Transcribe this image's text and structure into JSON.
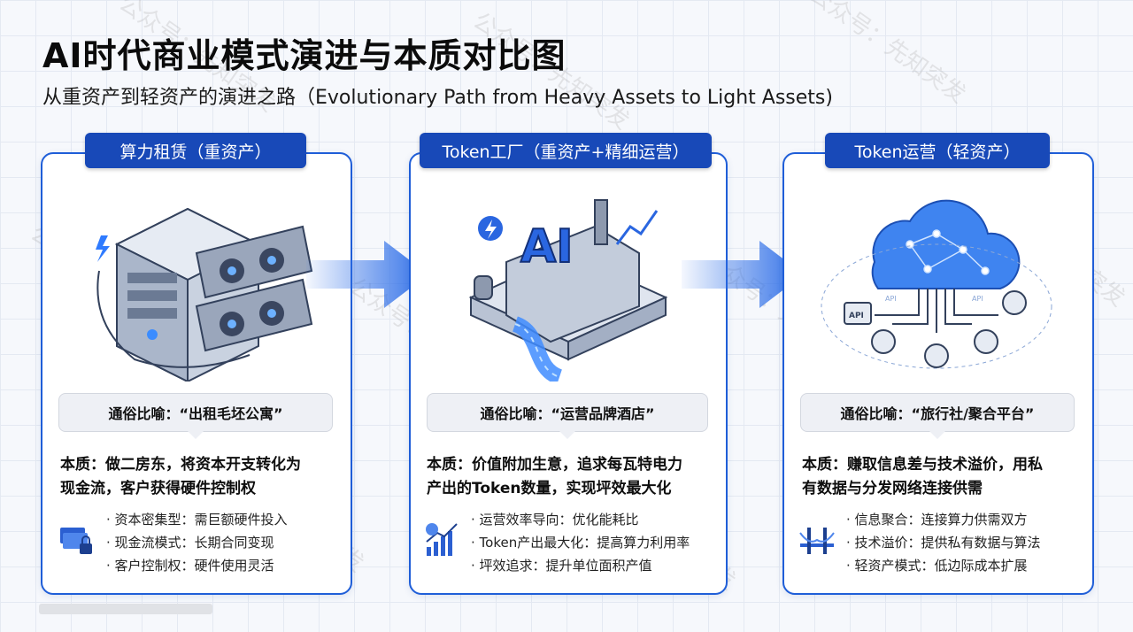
{
  "title": "AI时代商业模式演进与本质对比图",
  "subtitle": "从重资产到轻资产的演进之路（Evolutionary Path from Heavy Assets to Light Assets)",
  "watermark": "公众号：先知突发",
  "colors": {
    "accent": "#1f5ed8",
    "header": "#1849b8",
    "bg": "#f6f8fc"
  },
  "stages": [
    {
      "heading": "算力租赁（重资产）",
      "illustration": "gpu-server-rack",
      "analogy": "通俗比喻：“出租毛坯公寓”",
      "essence_line1": "本质：做二房东，将资本开支转化为",
      "essence_line2": "现金流，客户获得硬件控制权",
      "bullet_icon": "money-lock-icon",
      "bullets": [
        "资本密集型：需巨额硬件投入",
        "现金流模式：长期合同变现",
        "客户控制权：硬件使用灵活"
      ]
    },
    {
      "heading": "Token工厂（重资产+精细运营）",
      "illustration": "ai-token-factory",
      "analogy": "通俗比喻：“运营品牌酒店”",
      "essence_line1": "本质：价值附加生意，追求每瓦特电力",
      "essence_line2": "产出的Token数量，实现坪效最大化",
      "bullet_icon": "power-growth-icon",
      "bullets": [
        "运营效率导向：优化能耗比",
        "Token产出最大化：提高算力利用率",
        "坪效追求：提升单位面积产值"
      ]
    },
    {
      "heading": "Token运营（轻资产）",
      "illustration": "cloud-network",
      "analogy": "通俗比喻：“旅行社/聚合平台”",
      "essence_line1": "本质：赚取信息差与技术溢价，用私",
      "essence_line2": "有数据与分发网络连接供需",
      "bullet_icon": "bridge-icon",
      "bullets": [
        "信息聚合：连接算力供需双方",
        "技术溢价：提供私有数据与算法",
        "轻资产模式：低边际成本扩展"
      ]
    }
  ],
  "cloud_labels": {
    "api_left": "API",
    "api_right": "API",
    "api_box": "API"
  },
  "factory_sign": "AI"
}
